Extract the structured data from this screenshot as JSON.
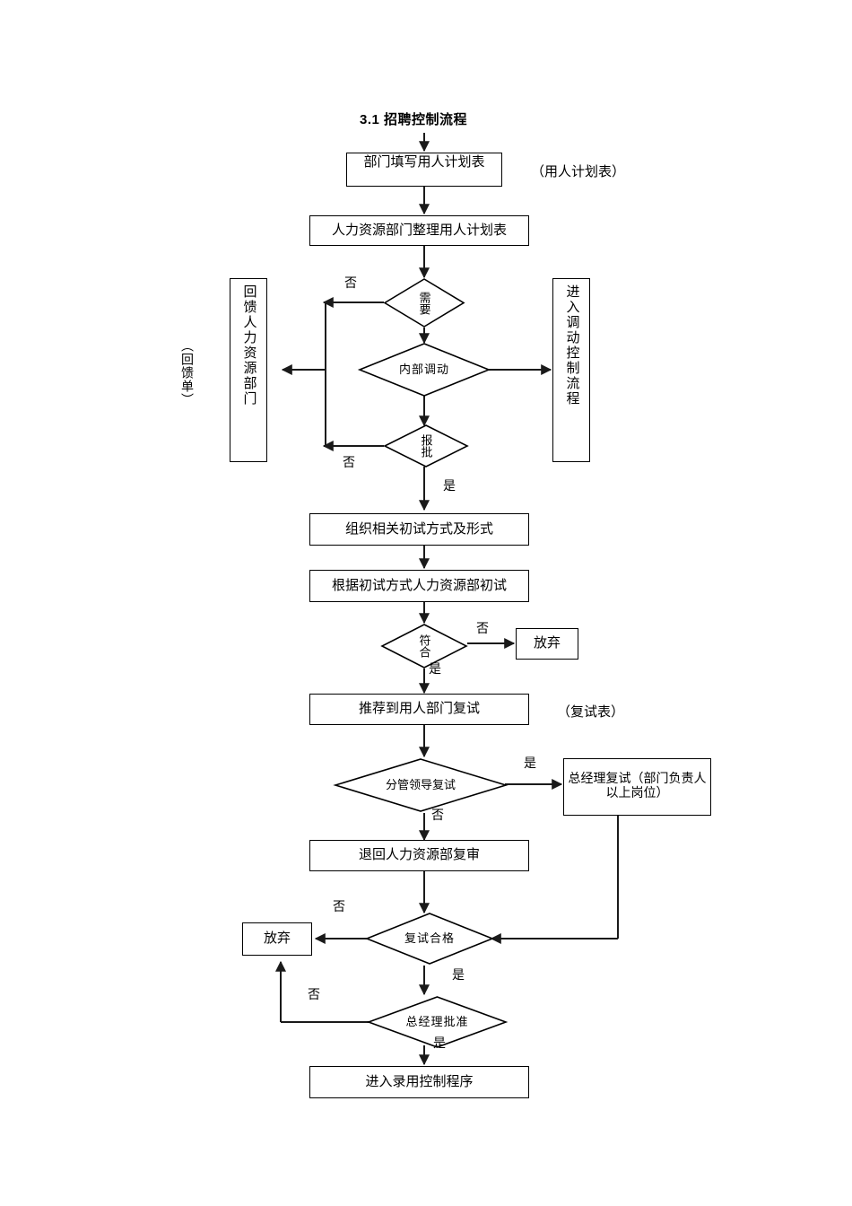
{
  "document": {
    "title": "3.1 招聘控制流程"
  },
  "notes": [
    {
      "id": "note-plan-form",
      "text": "（用人计划表）"
    },
    {
      "id": "note-feedback-form",
      "text": "（回馈单）"
    },
    {
      "id": "note-retest-form",
      "text": "（复试表）"
    }
  ],
  "nodes": {
    "dept_fill_plan": "部门填写用人计划表",
    "hr_sort_plan": "人力资源部门整理用人计划表",
    "feedback_hr": "回馈人力资源部门",
    "enter_transfer_flow": "进入调动控制流程",
    "organize_first_interview": "组织相关初试方式及形式",
    "hr_first_interview": "根据初试方式人力资源部初试",
    "give_up_1": "放弃",
    "recommend_retest": "推荐到用人部门复试",
    "gm_retest": "总经理复试（部门负责人以上岗位）",
    "return_hr_review": "退回人力资源部复审",
    "give_up_2": "放弃",
    "enter_hire_flow": "进入录用控制程序"
  },
  "decisions": {
    "need": "需要",
    "internal_transfer": "内部调动",
    "approval": "报批",
    "qualified": "符合",
    "leader_retest": "分管领导复试",
    "retest_pass": "复试合格",
    "gm_approve": "总经理批准"
  },
  "edge_labels": {
    "need_no": "否",
    "approval_no": "否",
    "approval_yes": "是",
    "qualified_no": "否",
    "qualified_yes": "是",
    "leader_retest_yes": "是",
    "leader_retest_no": "否",
    "retest_pass_no": "否",
    "retest_pass_yes": "是",
    "gm_approve_no": "否",
    "gm_approve_yes": "是"
  },
  "style": {
    "line_color": "#1a1a1a",
    "text_color": "#000000",
    "background": "#ffffff"
  }
}
